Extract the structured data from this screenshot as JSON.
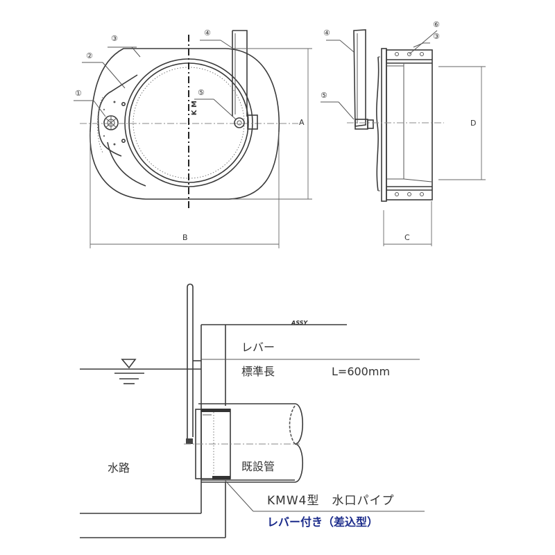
{
  "front_view": {
    "callouts": [
      "①",
      "②",
      "③",
      "④",
      "⑤"
    ],
    "center_mark": "K M",
    "dimension_width_label": "B",
    "dimension_height_label": "A"
  },
  "side_view": {
    "callouts": [
      "④",
      "⑤",
      "⑥",
      "③"
    ],
    "dimension_diameter_label": "D",
    "dimension_depth_label": "C"
  },
  "installation_view": {
    "ground_symbol_label": "ASSY",
    "lever_label": "レバー",
    "standard_length_label": "標準長",
    "lever_length_value": "L=600mm",
    "waterway_label": "水路",
    "existing_pipe_label": "既設管",
    "product_name_line1": "KMW4型　水口パイプ",
    "product_name_line2": "レバー付き",
    "product_type_suffix": "（差込型）"
  },
  "colors": {
    "line": "#3a3a3a",
    "accent_text": "#1a2a8a"
  }
}
